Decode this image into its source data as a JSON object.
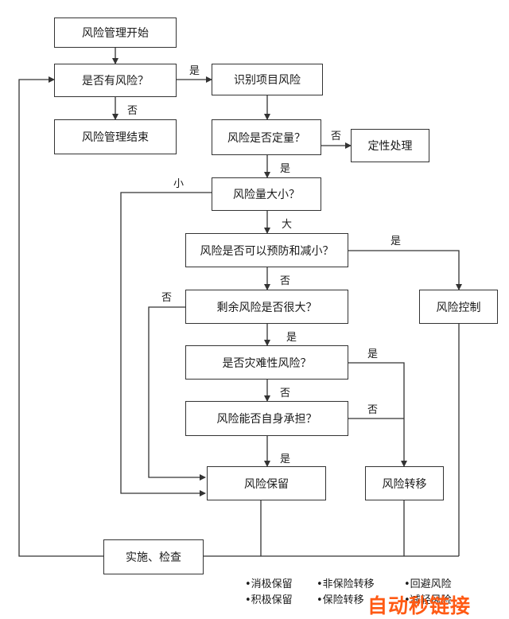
{
  "nodes": {
    "start": "风险管理开始",
    "has_risk": "是否有风险？",
    "end": "风险管理结束",
    "identify": "识别项目风险",
    "quantify": "风险是否定量？",
    "qualitative": "定性处理",
    "magnitude": "风险量大小？",
    "reducible": "风险是否可以预防和减小？",
    "control": "风险控制",
    "residual_large": "剩余风险是否很大？",
    "catastrophic": "是否灾难性风险？",
    "bearable": "风险能否自身承担？",
    "retain": "风险保留",
    "transfer": "风险转移",
    "implement": "实施、检查"
  },
  "edge_labels": {
    "has_risk_yes": "是",
    "has_risk_no": "否",
    "quantify_no": "否",
    "quantify_yes": "是",
    "small": "小",
    "large": "大",
    "reducible_yes": "是",
    "reducible_no": "否",
    "residual_no": "否",
    "residual_yes": "是",
    "catastrophic_yes": "是",
    "catastrophic_no": "否",
    "bearable_no": "否",
    "bearable_yes": "是"
  },
  "legend": {
    "row1": [
      "•消极保留",
      "•非保险转移",
      "•回避风险"
    ],
    "row2": [
      "•积极保留",
      "•保险转移",
      "•减轻风险"
    ]
  },
  "watermark": "自动秒链接",
  "colors": {
    "line": "#333333",
    "watermark": "#ff5a14"
  }
}
